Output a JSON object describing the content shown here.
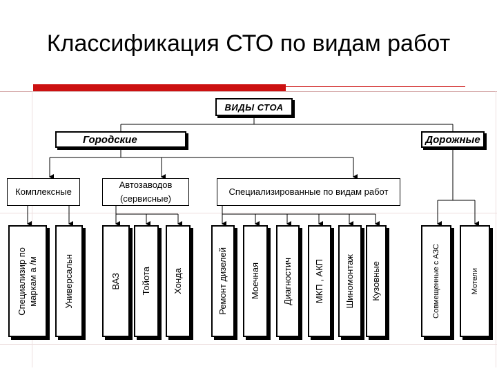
{
  "title": "Классификация СТО по видам  работ",
  "colors": {
    "accent": "#cc1111",
    "accent_line": "#cc1111"
  },
  "diagram": {
    "root": "ВИДЫ   СТОА",
    "categories": {
      "city": "Городские",
      "road": "Дорожные"
    },
    "subcategories": {
      "complex": "Комплексные",
      "auto_line1": "Автозаводов",
      "auto_line2": "(сервисные)",
      "spec": "Специализированные по видам работ"
    },
    "leaves": {
      "brand_specialized": "Специализир по\nмаркам а  /м",
      "universal": "Универсальн",
      "vaz": "ВАЗ",
      "toyota": "Тойота",
      "honda": "Хонда",
      "diesel_repair": "Ремонт дизелей",
      "washing": "Моечная",
      "diagnostics": "Диагностич",
      "gearbox": "МКП , АКП",
      "tire_service": "Шиномонтаж",
      "body": "Кузовные",
      "combined_gas": "Совмещенные с АЗС",
      "motels": "Мотели"
    }
  }
}
